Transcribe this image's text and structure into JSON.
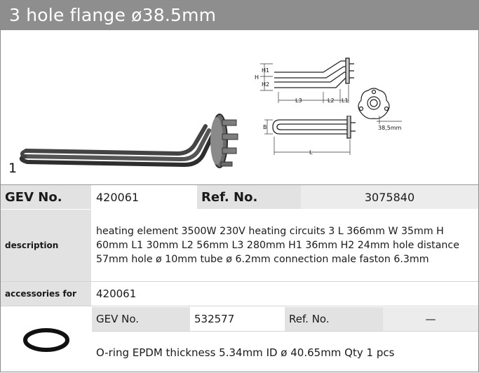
{
  "header": {
    "title": "3 hole flange ø38.5mm"
  },
  "figure": {
    "number": "1",
    "drawing_labels": {
      "h1": "H1",
      "h": "H",
      "h2": "H2",
      "l3": "L3",
      "l2": "L2",
      "l1": "L1",
      "b": "B",
      "l": "L",
      "flange_dim": "38,5mm"
    }
  },
  "product": {
    "gev_label": "GEV No.",
    "gev_value": "420061",
    "ref_label": "Ref. No.",
    "ref_value": "3075840",
    "description_label": "description",
    "description": "heating element  3500W 230V heating circuits 3 L 366mm W 35mm H 60mm L1 30mm L2 56mm L3 280mm H1 36mm H2 24mm hole distance 57mm hole ø 10mm tube ø 6.2mm connection male faston 6.3mm",
    "accessories_label": "accessories for",
    "accessories_value": "420061"
  },
  "accessory": {
    "gev_label": "GEV No.",
    "gev_value": "532577",
    "ref_label": "Ref. No.",
    "ref_value": "—",
    "description": "O-ring  EPDM thickness 5.34mm ID ø 40.65mm Qty 1 pcs"
  }
}
